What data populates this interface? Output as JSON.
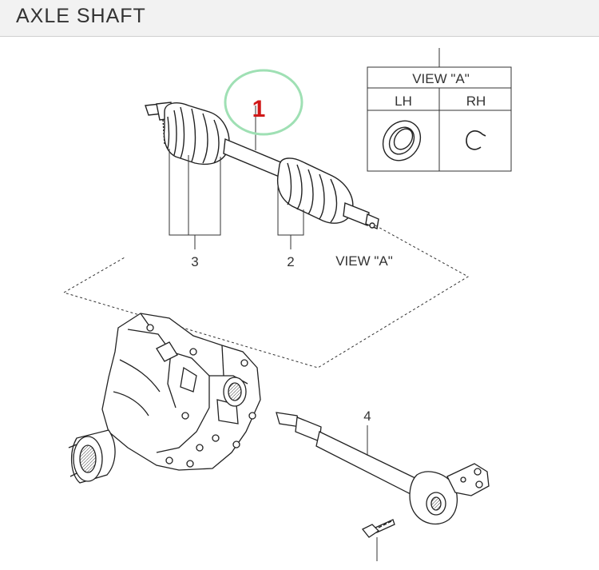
{
  "header": {
    "title": "AXLE SHAFT"
  },
  "callout": {
    "label": "1",
    "ring_color": "#9fe0b4",
    "text_color": "#d01818"
  },
  "parts": [
    {
      "label": "2"
    },
    {
      "label": "3"
    },
    {
      "label": "4"
    }
  ],
  "view_label": "VIEW \"A\"",
  "view_table": {
    "title": "VIEW \"A\"",
    "columns": [
      "LH",
      "RH"
    ]
  }
}
